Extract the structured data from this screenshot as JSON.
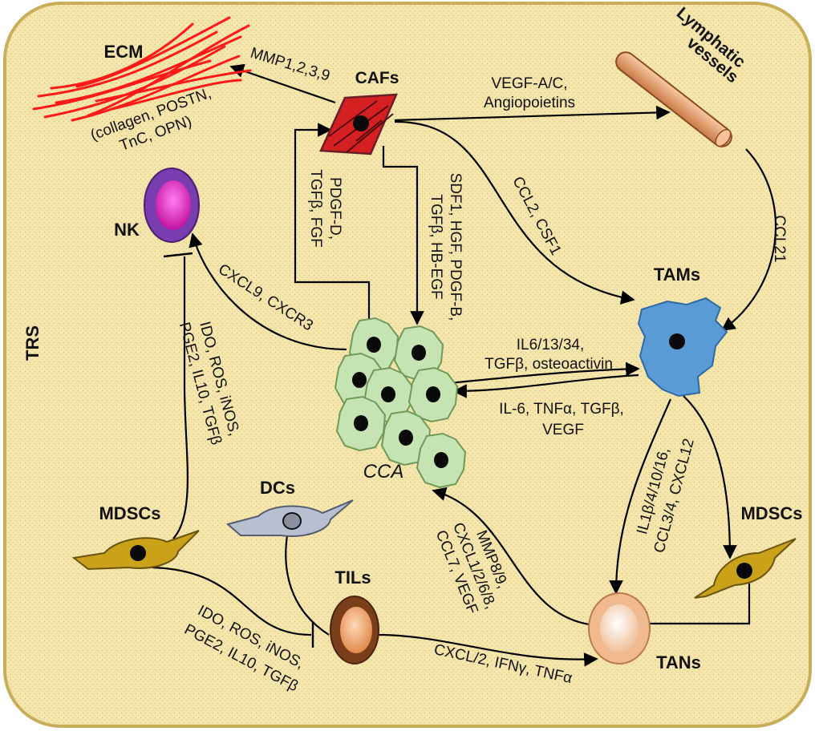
{
  "context_label": "TRS",
  "nodes": {
    "ecm": {
      "name": "ECM",
      "components": [
        "(collagen, POSTN,",
        "TnC, OPN)"
      ]
    },
    "cafs": {
      "name": "CAFs"
    },
    "lymphatic": {
      "name_lines": [
        "Lymphatic",
        "vessels"
      ]
    },
    "nk": {
      "name": "NK"
    },
    "tams": {
      "name": "TAMs"
    },
    "cca": {
      "name": "CCA"
    },
    "dcs": {
      "name": "DCs"
    },
    "mdscs_left": {
      "name": "MDSCs"
    },
    "mdscs_right": {
      "name": "MDSCs"
    },
    "tils": {
      "name": "TILs"
    },
    "tans": {
      "name": "TANs"
    }
  },
  "edges": {
    "cafs_ecm": {
      "lines": [
        "MMP1,2,3,9"
      ]
    },
    "cafs_lymphatic": {
      "lines": [
        "VEGF-A/C,",
        "Angiopoietins"
      ]
    },
    "cca_cafs": {
      "lines": [
        "PDGF-D,",
        "TGFβ, FGF"
      ]
    },
    "cafs_cca": {
      "lines": [
        "SDF1, HGF, PDGF-B,",
        "TGFβ, HB-EGF"
      ]
    },
    "cafs_tams": {
      "lines": [
        "CCL2, CSF1"
      ]
    },
    "lymphatic_tams": {
      "lines": [
        "CCL21"
      ]
    },
    "cca_nk": {
      "lines": [
        "CXCL9, CXCR3"
      ]
    },
    "cca_tams": {
      "lines": [
        "IL6/13/34,",
        "TGFβ,  osteoactivin"
      ]
    },
    "tams_cca": {
      "lines": [
        "IL-6, TNFα, TGFβ,",
        "VEGF"
      ]
    },
    "mdscs_nk": {
      "lines": [
        "IDO, ROS, iNOS,",
        "PGE2, IL10, TGFβ"
      ]
    },
    "tams_tans": {
      "lines": [
        "IL1β/4/10/16,",
        "CCL3/4, CXCL12"
      ]
    },
    "tans_cca": {
      "lines": [
        "MMP8/9,",
        "CXCL1/2/6/8,",
        "CCL7, VEGF"
      ]
    },
    "mdscs_tils": {
      "lines": [
        "IDO, ROS, iNOS,",
        "PGE2, IL10, TGFβ"
      ]
    },
    "tils_tans": {
      "lines": [
        "CXCL/2, IFNγ, TNFα"
      ]
    }
  },
  "colors": {
    "background": "#f5e6ad",
    "border": "#c9ae5a",
    "ecm": "#ff1a1a",
    "cafs": "#d42020",
    "lymphatic": "#e9a878",
    "nk_outer": "#7a3db0",
    "nk_inner": "#dc1ec8",
    "tams": "#5b9bd5",
    "cca": "#c6e3b4",
    "dcs": "#b8bfd0",
    "mdscs": "#c9a21a",
    "tils": "#e8a06a",
    "tans": "#f4cfb0"
  }
}
